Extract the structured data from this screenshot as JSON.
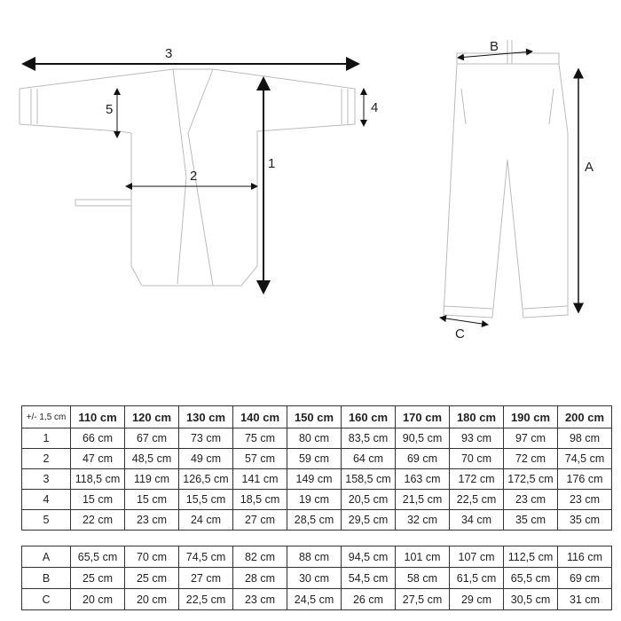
{
  "diagram": {
    "jacket_labels": [
      "3",
      "5",
      "2",
      "1",
      "4"
    ],
    "pants_labels": [
      "B",
      "A",
      "C"
    ]
  },
  "table_top": {
    "corner": "+/- 1,5 cm",
    "sizes": [
      "110 cm",
      "120 cm",
      "130 cm",
      "140 cm",
      "150 cm",
      "160 cm",
      "170 cm",
      "180 cm",
      "190 cm",
      "200 cm"
    ],
    "rows": [
      {
        "label": "1",
        "values": [
          "66 cm",
          "67 cm",
          "73 cm",
          "75 cm",
          "80 cm",
          "83,5 cm",
          "90,5 cm",
          "93 cm",
          "97 cm",
          "98 cm"
        ]
      },
      {
        "label": "2",
        "values": [
          "47 cm",
          "48,5 cm",
          "49 cm",
          "57 cm",
          "59 cm",
          "64 cm",
          "69 cm",
          "70 cm",
          "72 cm",
          "74,5 cm"
        ]
      },
      {
        "label": "3",
        "values": [
          "118,5 cm",
          "119 cm",
          "126,5 cm",
          "141 cm",
          "149 cm",
          "158,5 cm",
          "163 cm",
          "172 cm",
          "172,5 cm",
          "176 cm"
        ]
      },
      {
        "label": "4",
        "values": [
          "15 cm",
          "15 cm",
          "15,5 cm",
          "18,5 cm",
          "19 cm",
          "20,5 cm",
          "21,5 cm",
          "22,5 cm",
          "23 cm",
          "23 cm"
        ]
      },
      {
        "label": "5",
        "values": [
          "22 cm",
          "23 cm",
          "24 cm",
          "27 cm",
          "28,5 cm",
          "29,5 cm",
          "32 cm",
          "34 cm",
          "35 cm",
          "35 cm"
        ]
      }
    ]
  },
  "table_bottom": {
    "rows": [
      {
        "label": "A",
        "values": [
          "65,5 cm",
          "70 cm",
          "74,5 cm",
          "82 cm",
          "88 cm",
          "94,5 cm",
          "101 cm",
          "107 cm",
          "112,5 cm",
          "116 cm"
        ]
      },
      {
        "label": "B",
        "values": [
          "25 cm",
          "25 cm",
          "27 cm",
          "28 cm",
          "30 cm",
          "54,5 cm",
          "58 cm",
          "61,5 cm",
          "65,5 cm",
          "69 cm"
        ]
      },
      {
        "label": "C",
        "values": [
          "20 cm",
          "20 cm",
          "22,5 cm",
          "23 cm",
          "24,5 cm",
          "26 cm",
          "27,5 cm",
          "29 cm",
          "30,5 cm",
          "31 cm"
        ]
      }
    ]
  }
}
